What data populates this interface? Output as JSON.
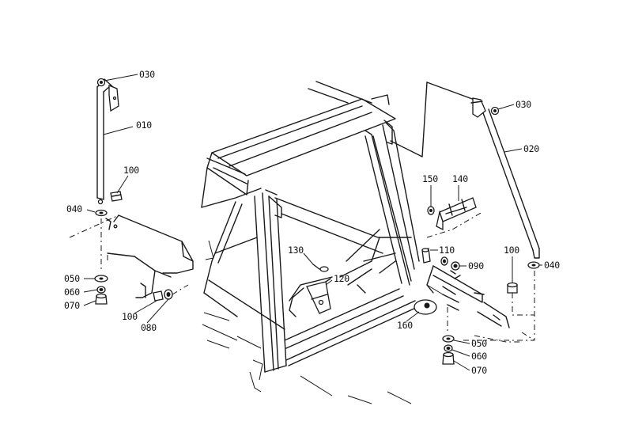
{
  "labels": {
    "l030a": "030",
    "l010": "010",
    "l100a": "100",
    "l040a": "040",
    "l050a": "050",
    "l060a": "060",
    "l070a": "070",
    "l100b": "100",
    "l080": "080",
    "l130": "130",
    "l120": "120",
    "l150": "150",
    "l140": "140",
    "l110": "110",
    "l090": "090",
    "l160": "160",
    "l030b": "030",
    "l020": "020",
    "l100c": "100",
    "l040b": "040",
    "l050b": "050",
    "l060b": "060",
    "l070b": "070"
  }
}
